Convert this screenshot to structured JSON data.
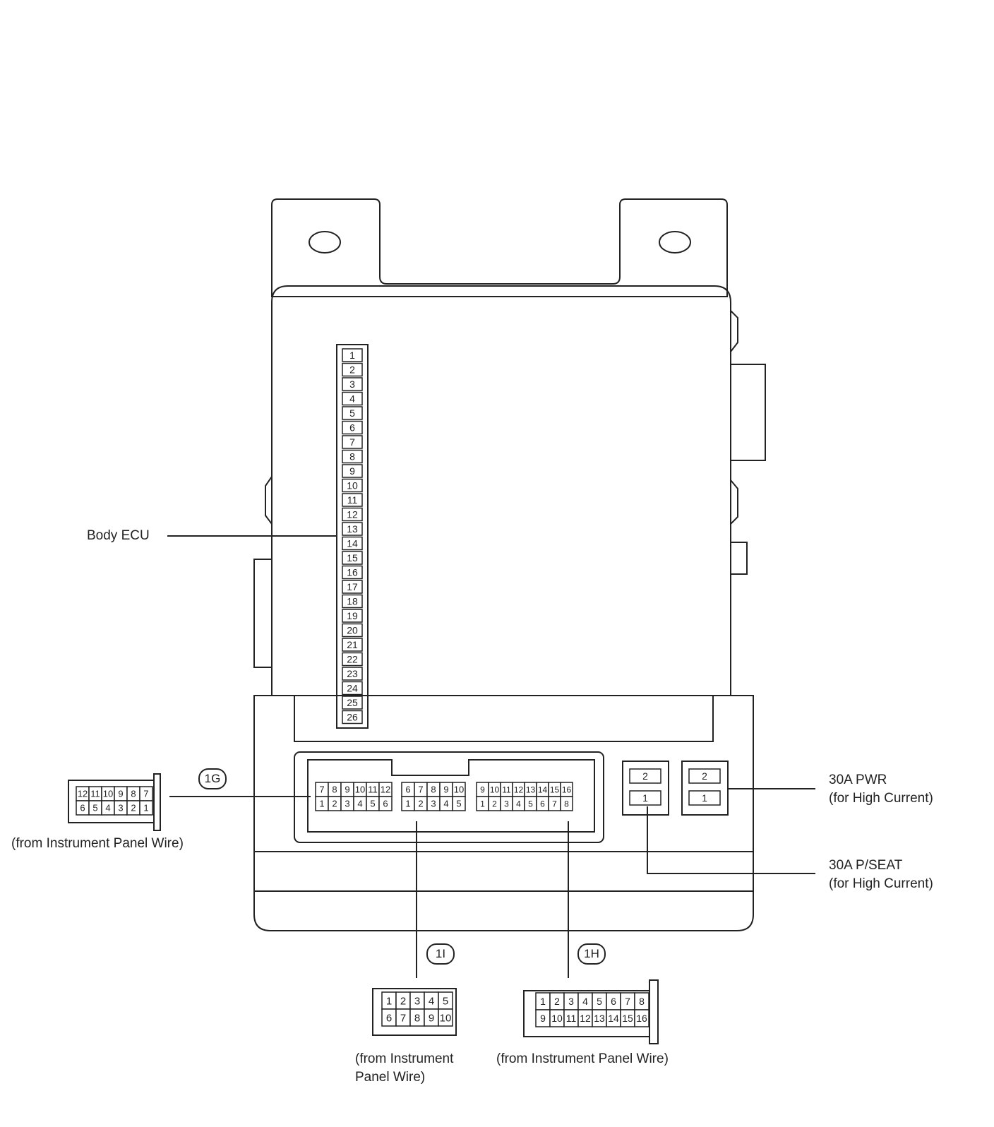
{
  "labels": {
    "body_ecu": "Body ECU",
    "pwr_line1": "30A PWR",
    "pwr_line2": "(for High Current)",
    "pseat_line1": "30A P/SEAT",
    "pseat_line2": "(for High Current)",
    "from_ip_wire": "(from Instrument Panel Wire)",
    "from_ip_line1": "(from Instrument",
    "from_ip_line2": "Panel Wire)"
  },
  "connectors": {
    "g": {
      "code": "1G",
      "top_row": [
        "12",
        "11",
        "10",
        "9",
        "8",
        "7"
      ],
      "bottom_row": [
        "6",
        "5",
        "4",
        "3",
        "2",
        "1"
      ]
    },
    "i": {
      "code": "1I",
      "top_row": [
        "1",
        "2",
        "3",
        "4",
        "5"
      ],
      "bottom_row": [
        "6",
        "7",
        "8",
        "9",
        "10"
      ]
    },
    "h": {
      "code": "1H",
      "top_row": [
        "1",
        "2",
        "3",
        "4",
        "5",
        "6",
        "7",
        "8"
      ],
      "bottom_row": [
        "9",
        "10",
        "11",
        "12",
        "13",
        "14",
        "15",
        "16"
      ]
    }
  },
  "block_sockets": {
    "g": {
      "top_row": [
        "7",
        "8",
        "9",
        "10",
        "11",
        "12"
      ],
      "bottom_row": [
        "1",
        "2",
        "3",
        "4",
        "5",
        "6"
      ]
    },
    "i": {
      "top_row": [
        "6",
        "7",
        "8",
        "9",
        "10"
      ],
      "bottom_row": [
        "1",
        "2",
        "3",
        "4",
        "5"
      ]
    },
    "h": {
      "top_row": [
        "9",
        "10",
        "11",
        "12",
        "13",
        "14",
        "15",
        "16"
      ],
      "bottom_row": [
        "1",
        "2",
        "3",
        "4",
        "5",
        "6",
        "7",
        "8"
      ]
    }
  },
  "fuses": {
    "pseat": {
      "top": "2",
      "bottom": "1"
    },
    "pwr": {
      "top": "2",
      "bottom": "1"
    }
  },
  "ecu_pins": [
    "1",
    "2",
    "3",
    "4",
    "5",
    "6",
    "7",
    "8",
    "9",
    "10",
    "11",
    "12",
    "13",
    "14",
    "15",
    "16",
    "17",
    "18",
    "19",
    "20",
    "21",
    "22",
    "23",
    "24",
    "25",
    "26"
  ]
}
